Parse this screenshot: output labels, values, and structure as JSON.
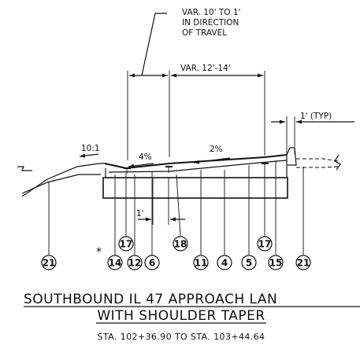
{
  "notes": {
    "variable_taper": [
      "VAR. 10' TO 1'",
      "IN DIRECTION",
      "OF TRAVEL"
    ],
    "lane_width": "VAR. 12'-14'",
    "typ_width": "1' (TYP)",
    "one_foot": "1'",
    "side_slope": "10:1",
    "shoulder_slope": "4%",
    "lane_slope": "2%",
    "asterisk": "*"
  },
  "callouts": {
    "c17a": "17",
    "c17b": "17",
    "c18": "18",
    "c21a": "21",
    "c14": "14",
    "c12": "12",
    "c6": "6",
    "c11": "11",
    "c4": "4",
    "c5": "5",
    "c15": "15",
    "c21b": "21"
  },
  "title": {
    "line1": "SOUTHBOUND IL 47 APPROACH LAN",
    "line2": "WITH SHOULDER TAPER"
  },
  "station": "STA. 102+36.90 TO STA. 103+44.64"
}
